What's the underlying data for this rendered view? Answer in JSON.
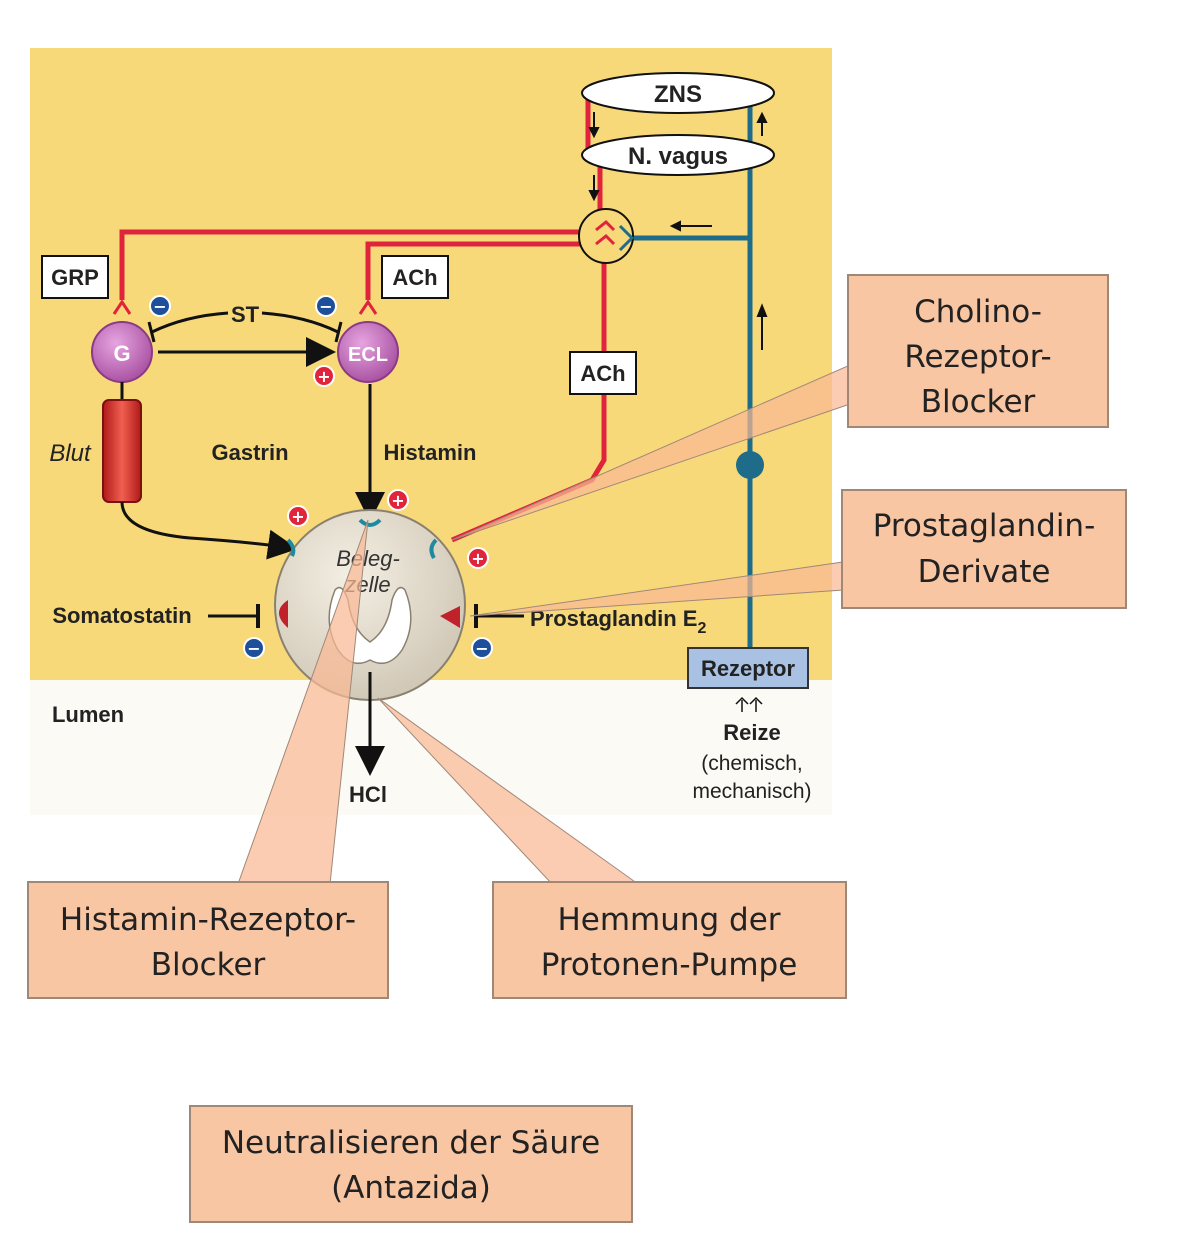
{
  "nodes": {
    "zns": "ZNS",
    "n_vagus": "N. vagus",
    "grp": "GRP",
    "ach_top": "ACh",
    "ach_mid": "ACh",
    "st": "ST",
    "g_cell": "G",
    "ecl_cell": "ECL",
    "blut": "Blut",
    "gastrin": "Gastrin",
    "histamin": "Histamin",
    "belegzelle_1": "Beleg-",
    "belegzelle_2": "zelle",
    "somatostatin": "Somatostatin",
    "prostaglandin": "Prostaglandin E",
    "prostaglandin_sub": "2",
    "rezeptor": "Rezeptor",
    "reize": "Reize",
    "reize_detail_1": "(chemisch,",
    "reize_detail_2": "mechanisch)",
    "lumen": "Lumen",
    "hcl": "HCl"
  },
  "signs": {
    "plus": "+",
    "minus": "−"
  },
  "callouts": {
    "cholino": [
      "Cholino-",
      "Rezeptor-",
      "Blocker"
    ],
    "prostaglandin_derivate": [
      "Prostaglandin-",
      "Derivate"
    ],
    "histamin_blocker": [
      "Histamin-Rezeptor-",
      "Blocker"
    ],
    "protonen_pumpe": [
      "Hemmung der",
      "Protonen-Pumpe"
    ],
    "antazida": [
      "Neutralisieren der Säure",
      "(Antazida)"
    ]
  },
  "colors": {
    "background_panel": "#f8d97a",
    "nerve_red": "#e0243c",
    "nerve_blue": "#1e6b8a",
    "cell_purple": "#c46cbc",
    "callout_fill": "#f9c6a4",
    "callout_border": "#a08878"
  }
}
